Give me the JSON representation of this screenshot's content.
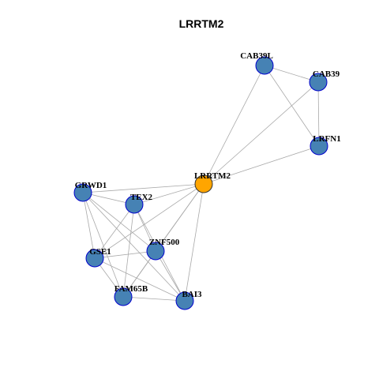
{
  "title": "LRRTM2",
  "colors": {
    "node_fill": "#4682b4",
    "node_border": "#0000cd",
    "focus_fill": "#ffa500",
    "focus_border": "#333333",
    "edge": "#a9a9a9"
  },
  "nodes": [
    {
      "id": "LRRTM2",
      "label": "LRRTM2",
      "focus": true
    },
    {
      "id": "CAB39L",
      "label": "CAB39L",
      "focus": false
    },
    {
      "id": "CAB39",
      "label": "CAB39",
      "focus": false
    },
    {
      "id": "LRFN1",
      "label": "LRFN1",
      "focus": false
    },
    {
      "id": "GRWD1",
      "label": "GRWD1",
      "focus": false
    },
    {
      "id": "TEX2",
      "label": "TEX2",
      "focus": false
    },
    {
      "id": "ZNF500",
      "label": "ZNF500",
      "focus": false
    },
    {
      "id": "GSE1",
      "label": "GSE1",
      "focus": false
    },
    {
      "id": "FAM65B",
      "label": "FAM65B",
      "focus": false
    },
    {
      "id": "BAI3",
      "label": "BAI3",
      "focus": false
    }
  ],
  "edges": [
    [
      "CAB39L",
      "CAB39"
    ],
    [
      "CAB39L",
      "LRFN1"
    ],
    [
      "CAB39",
      "LRFN1"
    ],
    [
      "CAB39L",
      "LRRTM2"
    ],
    [
      "CAB39",
      "LRRTM2"
    ],
    [
      "LRFN1",
      "LRRTM2"
    ],
    [
      "GRWD1",
      "LRRTM2"
    ],
    [
      "TEX2",
      "LRRTM2"
    ],
    [
      "GSE1",
      "LRRTM2"
    ],
    [
      "ZNF500",
      "LRRTM2"
    ],
    [
      "FAM65B",
      "LRRTM2"
    ],
    [
      "BAI3",
      "LRRTM2"
    ],
    [
      "GRWD1",
      "TEX2"
    ],
    [
      "GRWD1",
      "GSE1"
    ],
    [
      "GRWD1",
      "ZNF500"
    ],
    [
      "GRWD1",
      "FAM65B"
    ],
    [
      "GRWD1",
      "BAI3"
    ],
    [
      "TEX2",
      "GSE1"
    ],
    [
      "TEX2",
      "ZNF500"
    ],
    [
      "TEX2",
      "FAM65B"
    ],
    [
      "TEX2",
      "BAI3"
    ],
    [
      "GSE1",
      "ZNF500"
    ],
    [
      "GSE1",
      "FAM65B"
    ],
    [
      "GSE1",
      "BAI3"
    ],
    [
      "ZNF500",
      "FAM65B"
    ],
    [
      "ZNF500",
      "BAI3"
    ],
    [
      "FAM65B",
      "BAI3"
    ]
  ]
}
